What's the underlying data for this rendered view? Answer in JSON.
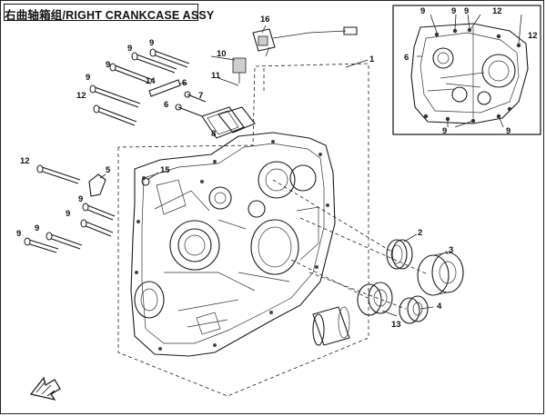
{
  "title": "右曲轴箱组/RIGHT CRANKCASE ASSY",
  "callouts": {
    "c1": "1",
    "c2": "2",
    "c3": "3",
    "c4": "4",
    "c5": "5",
    "c6": "6",
    "c7": "7",
    "c8": "8",
    "c9": "9",
    "c10": "10",
    "c11": "11",
    "c12": "12",
    "c13": "13",
    "c14": "14",
    "c15": "15",
    "c16": "16"
  },
  "icons": {
    "front_arrow": "front-direction-arrow-icon"
  }
}
